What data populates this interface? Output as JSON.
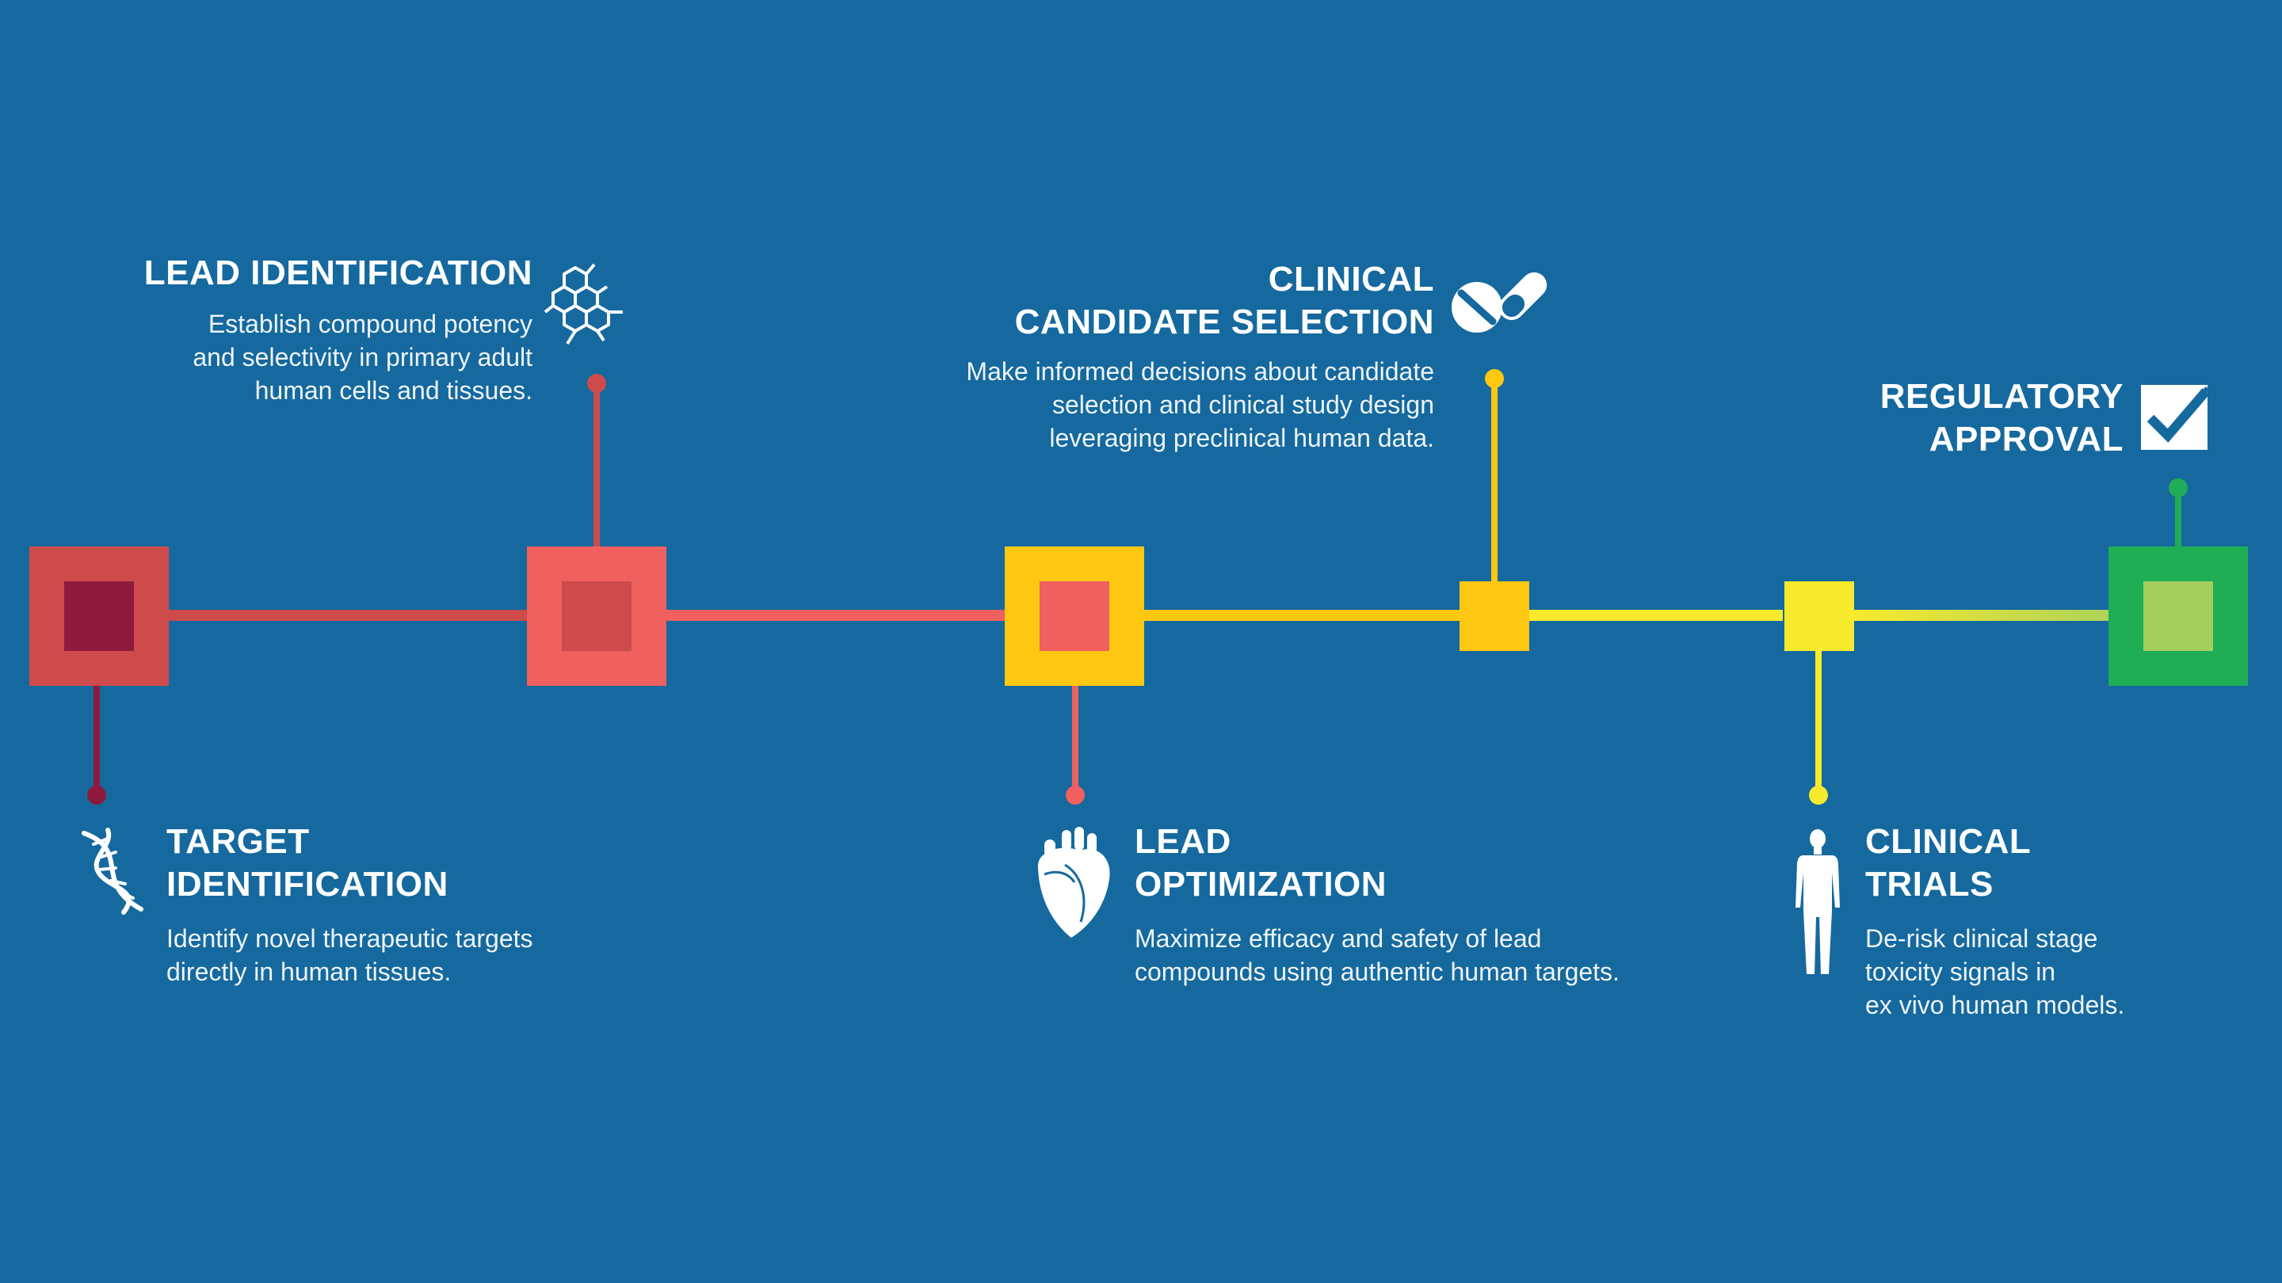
{
  "colors": {
    "background": "#15699e",
    "target": "#8e1b3d",
    "lead_identification": "#ce4b4c",
    "lead_optimization": "#f0605e",
    "clinical_candidate": "#fec712",
    "clinical_trials": "#f8ea2d",
    "regulatory": "#1fad56",
    "regulatory_light": "#a4cf5f"
  },
  "stages": [
    {
      "id": "target",
      "title": "TARGET\nIDENTIFICATION",
      "description": "Identify novel therapeutic targets\ndirectly in human tissues.",
      "icon": "dna-icon"
    },
    {
      "id": "lead_identification",
      "title": "LEAD IDENTIFICATION",
      "description": "Establish compound potency\nand selectivity in primary adult\nhuman cells and tissues.",
      "icon": "molecule-icon"
    },
    {
      "id": "lead_optimization",
      "title": "LEAD\nOPTIMIZATION",
      "description": "Maximize efficacy and safety of lead\ncompounds using authentic human targets.",
      "icon": "heart-icon"
    },
    {
      "id": "clinical_candidate",
      "title": "CLINICAL\nCANDIDATE SELECTION",
      "description": "Make informed decisions about candidate\nselection and clinical study design\nleveraging preclinical human data.",
      "icon": "pills-icon"
    },
    {
      "id": "clinical_trials",
      "title": "CLINICAL\nTRIALS",
      "description": "De-risk clinical stage\ntoxicity signals in\nex vivo human models.",
      "icon": "human-body-icon"
    },
    {
      "id": "regulatory",
      "title": "REGULATORY\nAPPROVAL",
      "description": "",
      "icon": "checkbox-icon"
    }
  ]
}
